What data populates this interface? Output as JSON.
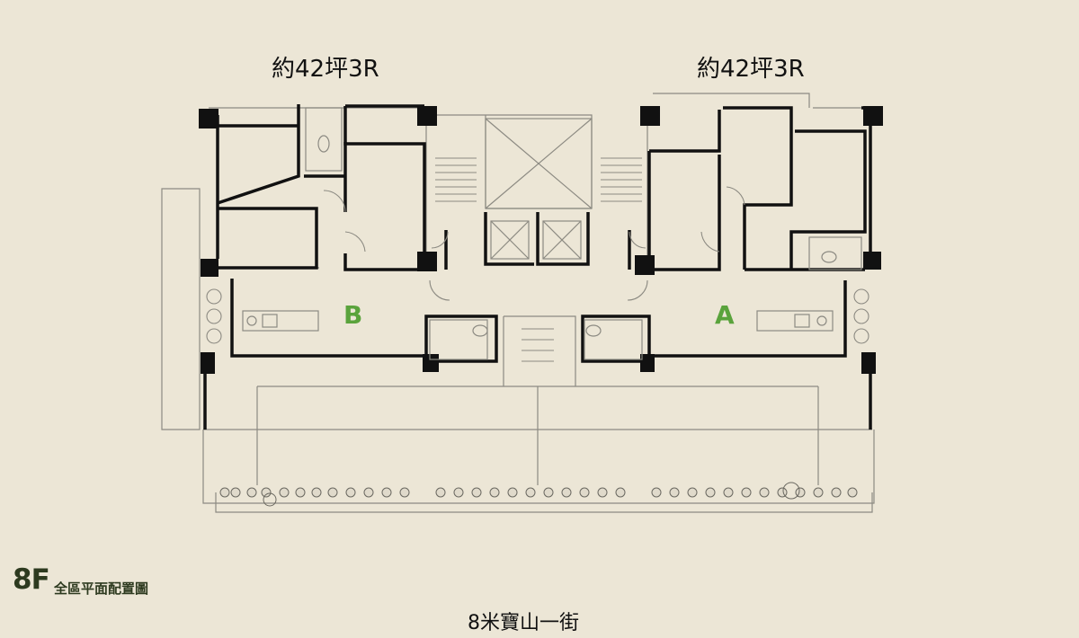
{
  "units": {
    "b": {
      "size_label": "約42坪3R",
      "letter": "B"
    },
    "a": {
      "size_label": "約42坪3R",
      "letter": "A"
    }
  },
  "floor": {
    "level": "8F",
    "caption": "全區平面配置圖"
  },
  "street": "8米寶山一街",
  "colors": {
    "background": "#ece6d6",
    "wall": "#111111",
    "line": "#8c8a82",
    "unit_letter": "#5aa33c",
    "floor_label": "#2d3a1f"
  }
}
